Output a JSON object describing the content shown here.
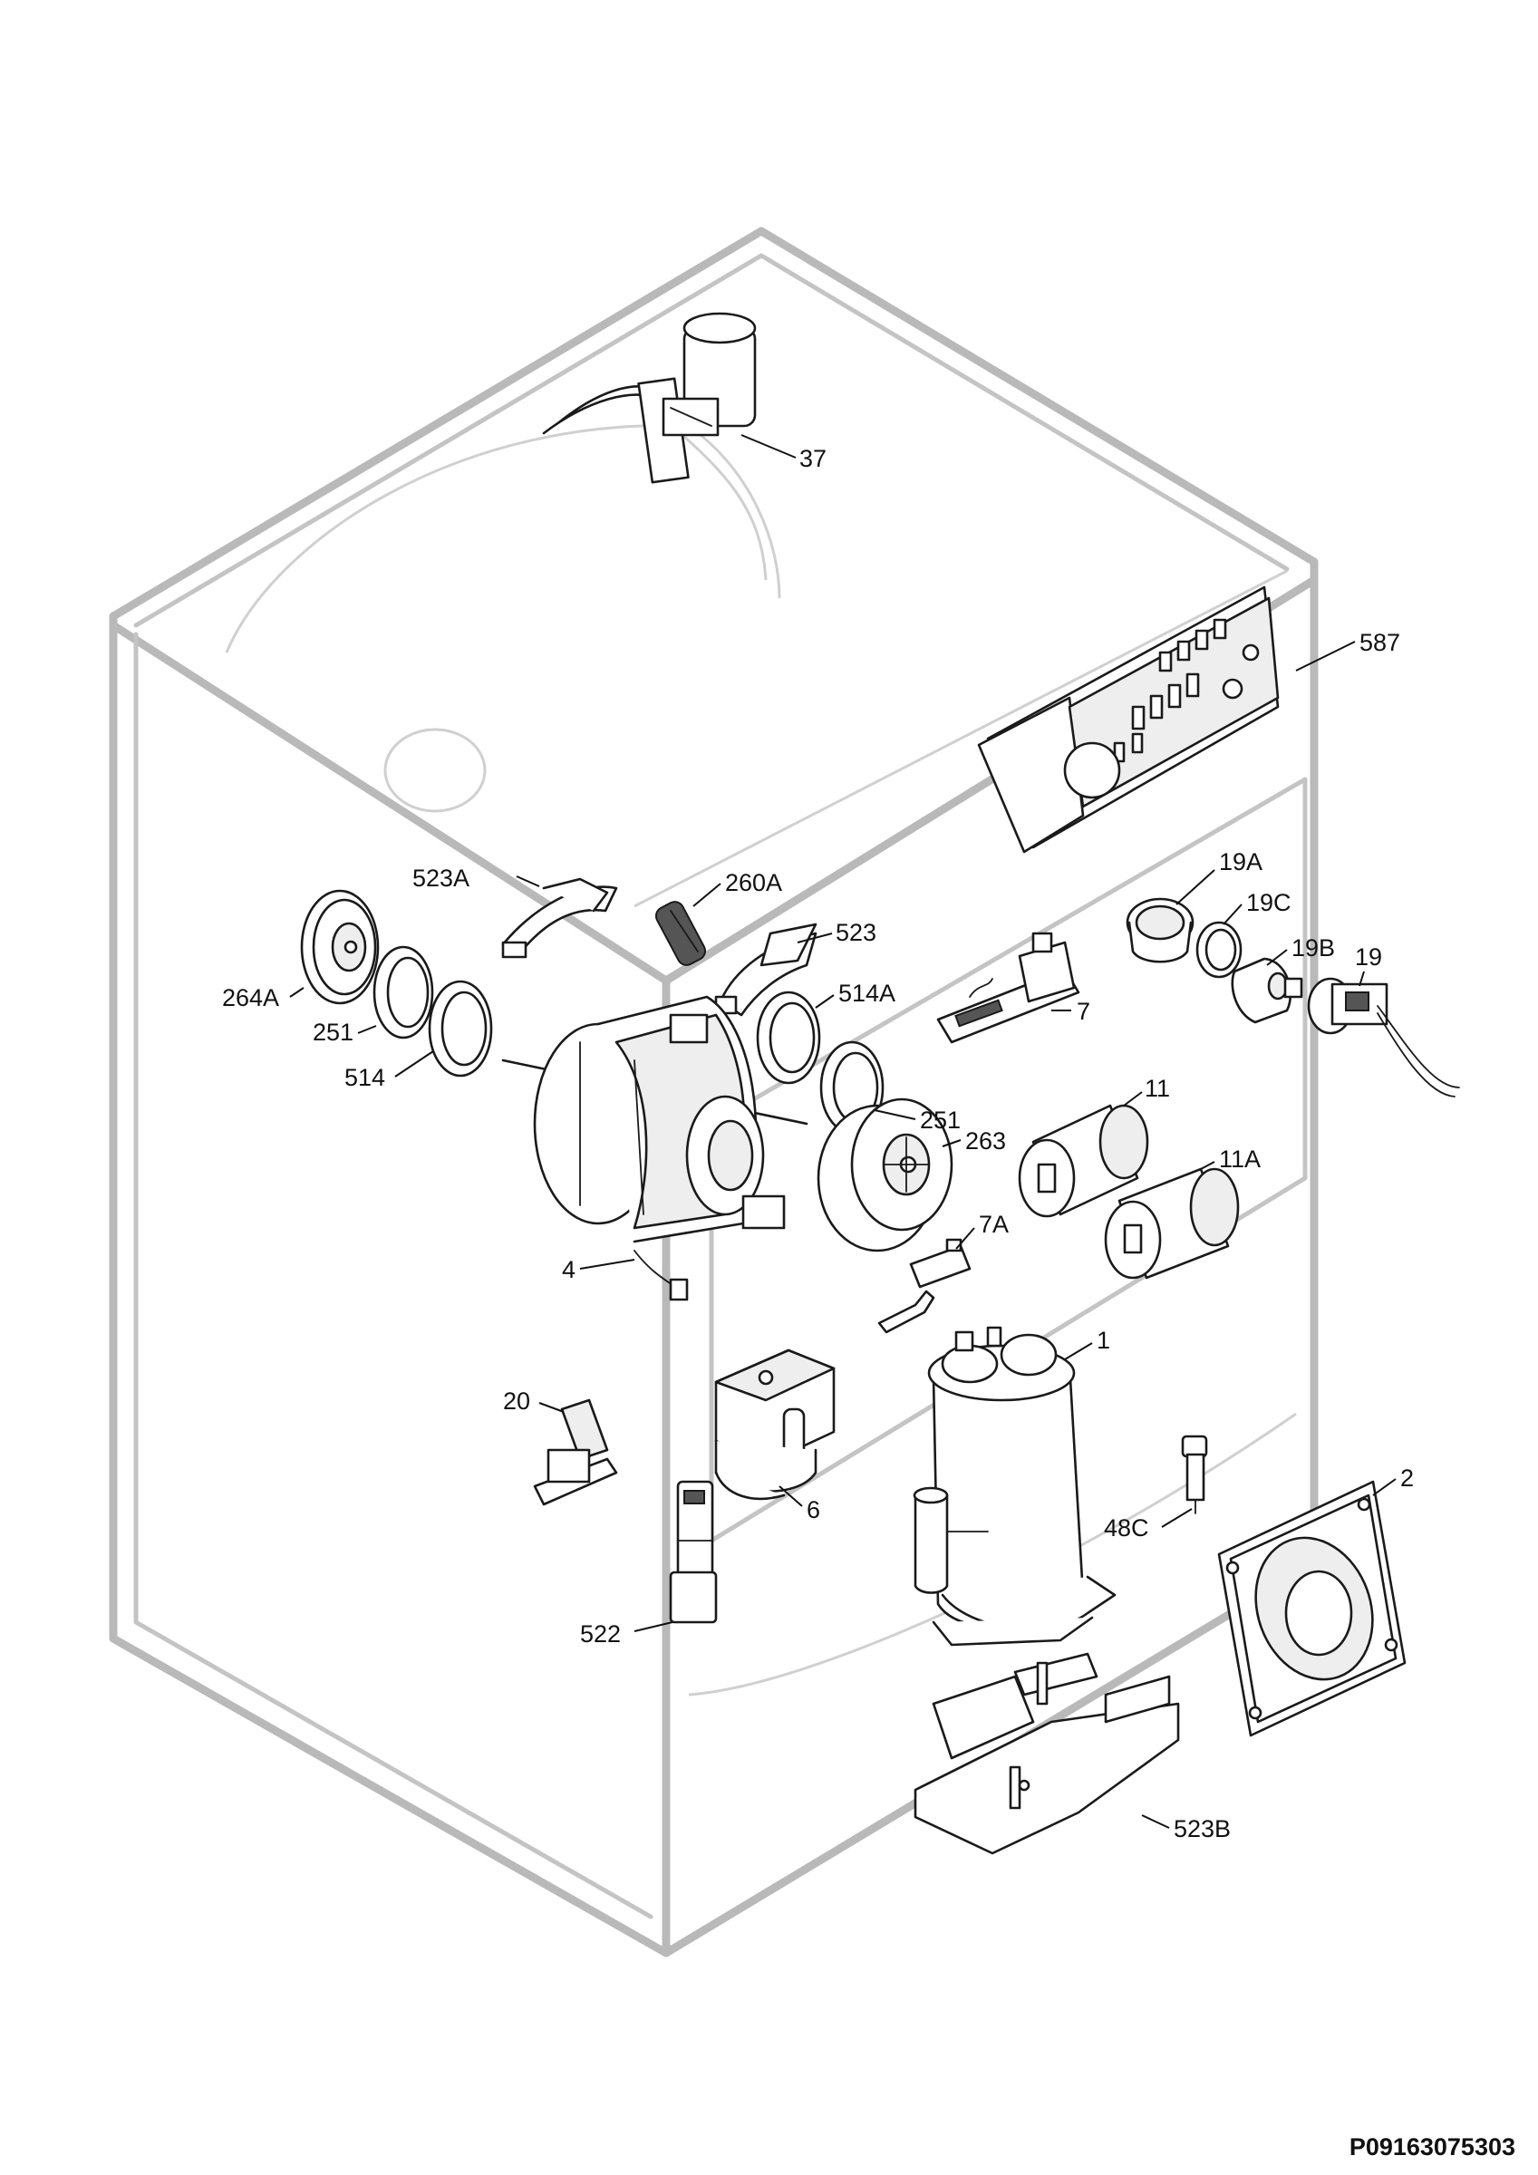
{
  "diagram_code": "P09163075303",
  "callouts": {
    "c37": "37",
    "c587": "587",
    "c523a": "523A",
    "c260a": "260A",
    "c523": "523",
    "c19a": "19A",
    "c19c": "19C",
    "c19b": "19B",
    "c19": "19",
    "c264a": "264A",
    "c251l": "251",
    "c514": "514",
    "c514a": "514A",
    "c7": "7",
    "c251r": "251",
    "c263": "263",
    "c11": "11",
    "c11a": "11A",
    "c4": "4",
    "c7a": "7A",
    "c1": "1",
    "c20": "20",
    "c6": "6",
    "c2": "2",
    "c48c": "48C",
    "c522": "522",
    "c523b": "523B"
  }
}
